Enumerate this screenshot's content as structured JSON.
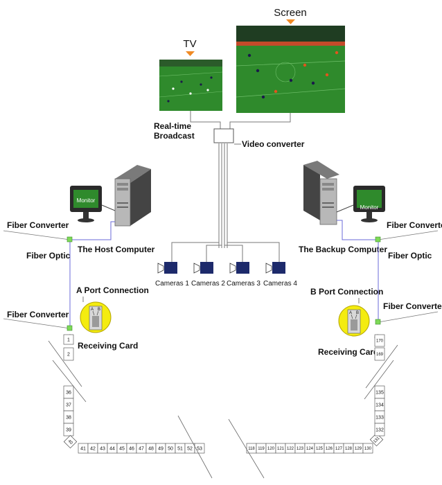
{
  "displays": {
    "tv_label": "TV",
    "screen_label": "Screen"
  },
  "broadcast": {
    "label_line1": "Real-time",
    "label_line2": "Broadcast",
    "converter_label": "Video converter"
  },
  "cameras": [
    "Cameras 1",
    "Cameras 2",
    "Cameras 3",
    "Cameras 4"
  ],
  "left": {
    "monitor_label": "Monitor",
    "computer_label": "The Host Computer",
    "fiber_converter_top": "Fiber Converter",
    "fiber_optic": "Fiber Optic",
    "fiber_converter_bottom": "Fiber Converter",
    "port_connection": "A Port Connection",
    "receiving_card": "Receiving Card",
    "port_a": "A",
    "port_b": "B"
  },
  "right": {
    "monitor_label": "Monitor",
    "computer_label": "The Backup Computer",
    "fiber_converter_top": "Fiber Converter",
    "fiber_optic": "Fiber Optic",
    "fiber_converter_bottom": "Fiber Converter",
    "port_connection": "B Port Connection",
    "receiving_card": "Receiving Card",
    "port_a": "A",
    "port_b": "B"
  },
  "panels": {
    "left_column_top": [
      "1",
      "2"
    ],
    "left_column_bottom": [
      "36",
      "37",
      "38",
      "39"
    ],
    "left_corner": "40",
    "bottom_left_row": [
      "41",
      "42",
      "43",
      "44",
      "45",
      "46",
      "47",
      "48",
      "49",
      "50",
      "51",
      "52",
      "53"
    ],
    "bottom_right_row": [
      "118",
      "119",
      "120",
      "121",
      "122",
      "123",
      "124",
      "125",
      "126",
      "127",
      "128",
      "129",
      "130"
    ],
    "right_corner": "131",
    "right_column_top": [
      "170",
      "169"
    ],
    "right_column_bottom": [
      "135",
      "134",
      "133",
      "132"
    ]
  },
  "colors": {
    "arrow": "#f08a24",
    "field": "#2f8a2c",
    "camera": "#1d2a6b",
    "fiber_node": "#7ed957",
    "fiber_line": "#6a6ad8",
    "card_circle": "#f4ec10"
  }
}
